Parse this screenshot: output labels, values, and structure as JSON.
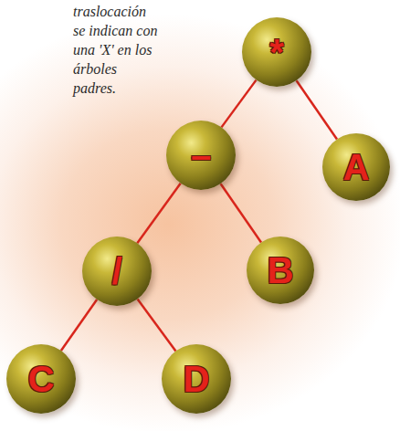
{
  "diagram": {
    "nodes": [
      {
        "text": [
          "*"
        ]
      },
      {
        "text": [
          "–"
        ]
      },
      {
        "text": [
          "A"
        ]
      },
      {
        "text": [
          "/"
        ]
      },
      {
        "text": [
          "B"
        ]
      },
      {
        "text": [
          "C"
        ]
      },
      {
        "text": [
          "D"
        ]
      }
    ],
    "edges": [
      {
        "from": 0,
        "to": 1,
        "arrow": "none"
      },
      {
        "from": 0,
        "to": 2,
        "arrow": "none"
      },
      {
        "from": 1,
        "to": 3,
        "arrow": "none"
      },
      {
        "from": 1,
        "to": 4,
        "arrow": "none"
      },
      {
        "from": 3,
        "to": 5,
        "arrow": "none"
      },
      {
        "from": 3,
        "to": 6,
        "arrow": "none"
      }
    ],
    "labels": [
      "traslocación se indican con una 'X' en los árboles padres."
    ]
  }
}
